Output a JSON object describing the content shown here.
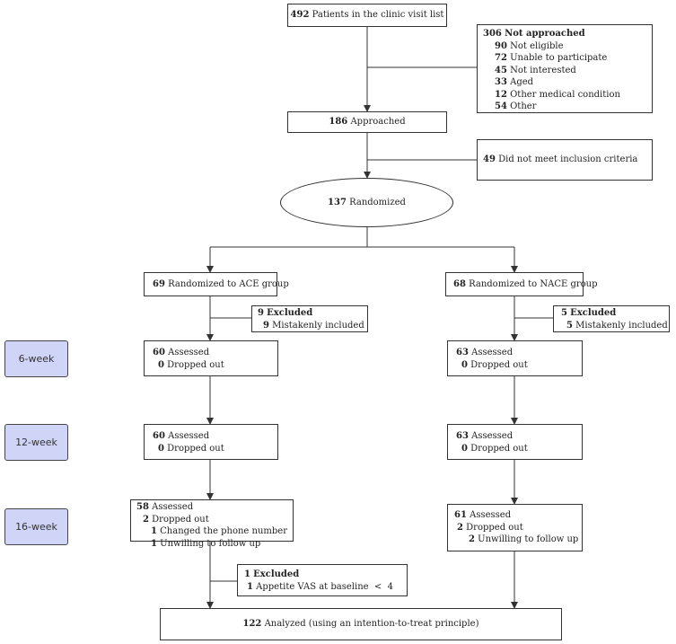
{
  "top": {
    "num": "492",
    "text": "Patients in the clinic visit list"
  },
  "not_approached": {
    "title_num": "306",
    "title_text": "Not approached",
    "items": [
      {
        "num": "90",
        "text": "Not eligible"
      },
      {
        "num": "72",
        "text": "Unable to participate"
      },
      {
        "num": "45",
        "text": "Not interested"
      },
      {
        "num": "33",
        "text": "Aged"
      },
      {
        "num": "12",
        "text": "Other medical condition"
      },
      {
        "num": "54",
        "text": "Other"
      }
    ]
  },
  "approached": {
    "num": "186",
    "text": "Approached"
  },
  "not_meet": {
    "num": "49",
    "text": "Did not meet inclusion criteria"
  },
  "randomized": {
    "num": "137",
    "text": "Randomized"
  },
  "ace": {
    "group": {
      "num": "69",
      "text": "Randomized to ACE group"
    },
    "excluded": {
      "num": "9",
      "title": "Excluded",
      "sub_num": "9",
      "sub_text": "Mistakenly included"
    },
    "wk6": {
      "assessed_num": "60",
      "assessed_text": "Assessed",
      "dropped_num": "0",
      "dropped_text": "Dropped out"
    },
    "wk12": {
      "assessed_num": "60",
      "assessed_text": "Assessed",
      "dropped_num": "0",
      "dropped_text": "Dropped out"
    },
    "wk16": {
      "assessed_num": "58",
      "assessed_text": "Assessed",
      "dropped_num": "2",
      "dropped_text": "Dropped out",
      "r1_num": "1",
      "r1_text": "Changed the phone number",
      "r2_num": "1",
      "r2_text": "Unwilling to follow up"
    },
    "excluded2": {
      "num": "1",
      "title": "Excluded",
      "sub_num": "1",
      "sub_text": "Appetite VAS at baseline  <  4"
    }
  },
  "nace": {
    "group": {
      "num": "68",
      "text": "Randomized to NACE group"
    },
    "excluded": {
      "num": "5",
      "title": "Excluded",
      "sub_num": "5",
      "sub_text": "Mistakenly included"
    },
    "wk6": {
      "assessed_num": "63",
      "assessed_text": "Assessed",
      "dropped_num": "0",
      "dropped_text": "Dropped out"
    },
    "wk12": {
      "assessed_num": "63",
      "assessed_text": "Assessed",
      "dropped_num": "0",
      "dropped_text": "Dropped out"
    },
    "wk16": {
      "assessed_num": "61",
      "assessed_text": "Assessed",
      "dropped_num": "2",
      "dropped_text": "Dropped out",
      "r1_num": "2",
      "r1_text": "Unwilling to follow up"
    }
  },
  "analyzed": {
    "num": "122",
    "text": "Analyzed (using an intention-to-treat principle)"
  },
  "stages": {
    "wk6": "6-week",
    "wk12": "12-week",
    "wk16": "16-week"
  },
  "colors": {
    "stage_fill": "#d0d4f7",
    "line": "#333333"
  }
}
